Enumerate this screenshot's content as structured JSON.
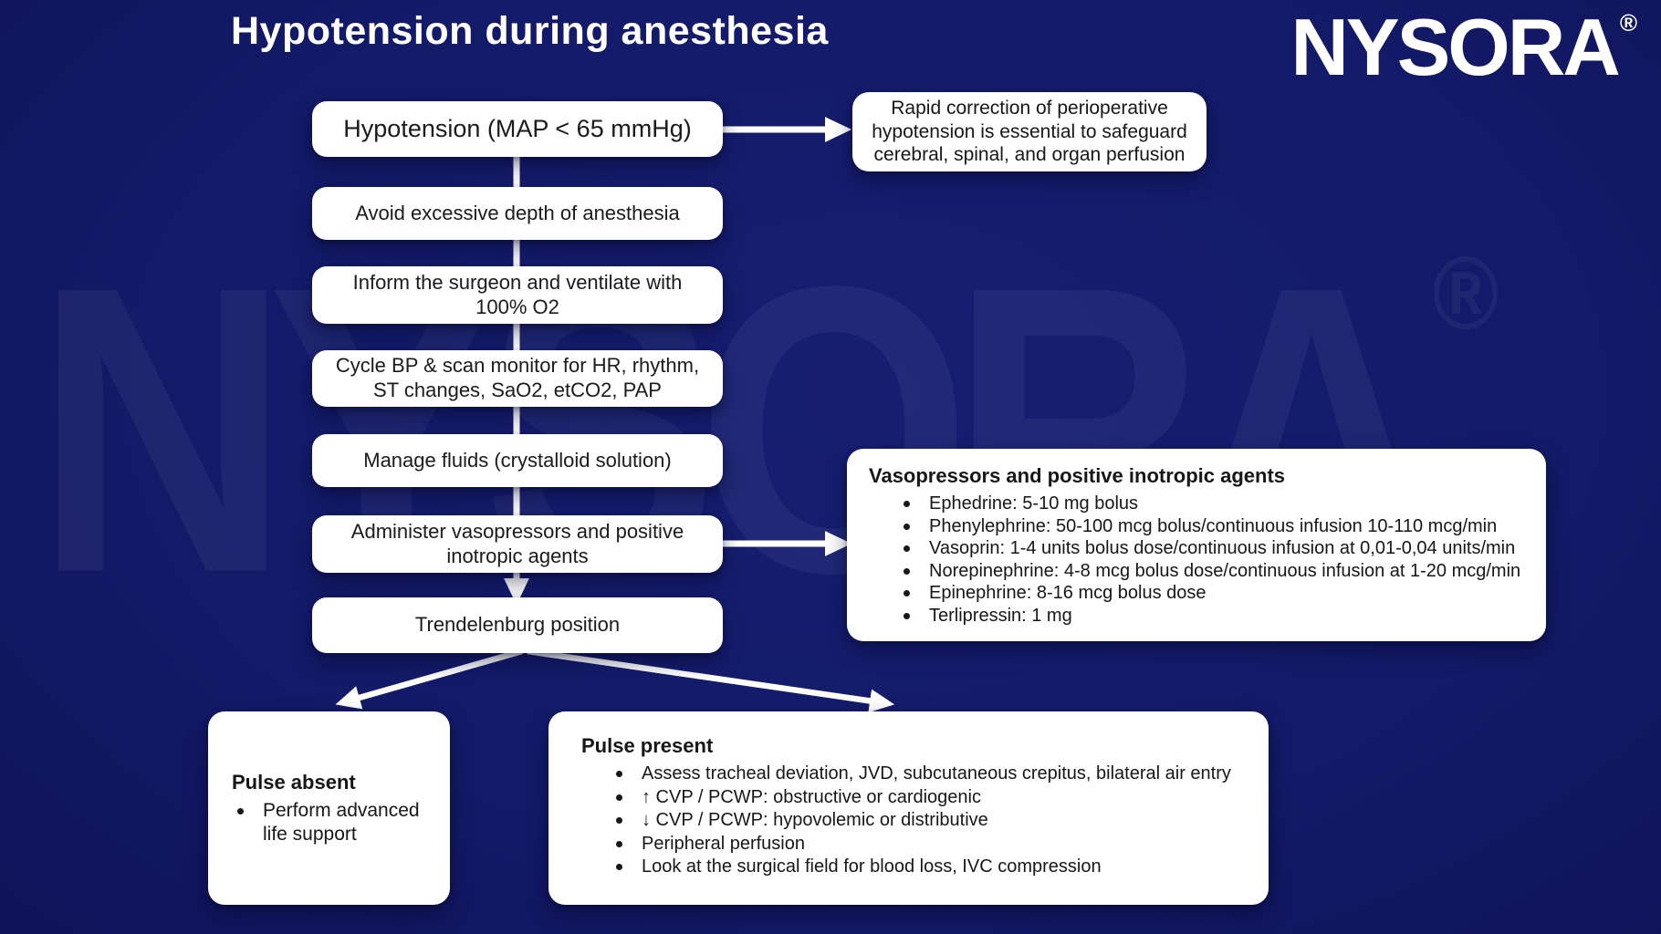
{
  "header": {
    "title": "Hypotension during anesthesia",
    "brand": "NYSORA",
    "brand_registered": "®"
  },
  "watermark": {
    "text": "NYSORA",
    "registered": "®"
  },
  "flow": {
    "steps": [
      "Hypotension (MAP < 65 mmHg)",
      "Avoid excessive depth of anesthesia",
      "Inform the surgeon and ventilate with 100% O2",
      "Cycle BP & scan monitor for HR, rhythm, ST changes, SaO2, etCO2, PAP",
      "Manage fluids (crystalloid solution)",
      "Administer vasopressors and positive inotropic agents",
      "Trendelenburg position"
    ]
  },
  "notes": {
    "rapid_correction": "Rapid correction of perioperative hypotension is essential to safeguard cerebral, spinal, and organ perfusion",
    "vasopressors": {
      "title": "Vasopressors and positive inotropic agents",
      "items": [
        "Ephedrine: 5-10 mg bolus",
        "Phenylephrine: 50-100 mcg bolus/continuous infusion 10-110 mcg/min",
        "Vasoprin: 1-4 units bolus dose/continuous infusion at 0,01-0,04 units/min",
        "Norepinephrine: 4-8 mcg bolus dose/continuous infusion at 1-20 mcg/min",
        "Epinephrine: 8-16 mcg bolus dose",
        "Terlipressin: 1 mg"
      ]
    }
  },
  "outcomes": {
    "pulse_absent": {
      "title": "Pulse absent",
      "items": [
        "Perform advanced life support"
      ]
    },
    "pulse_present": {
      "title": "Pulse present",
      "items": [
        "Assess tracheal deviation, JVD, subcutaneous crepitus, bilateral air entry",
        "↑ CVP / PCWP: obstructive or cardiogenic",
        "↓ CVP / PCWP: hypovolemic or distributive",
        "Peripheral perfusion",
        "Look at the surgical field for blood loss, IVC compression"
      ]
    }
  },
  "colors": {
    "background": "#131a68",
    "node_fill": "#ffffff",
    "node_text": "#1b1b1b",
    "connector": "#ffffff",
    "title_text": "#ffffff"
  }
}
